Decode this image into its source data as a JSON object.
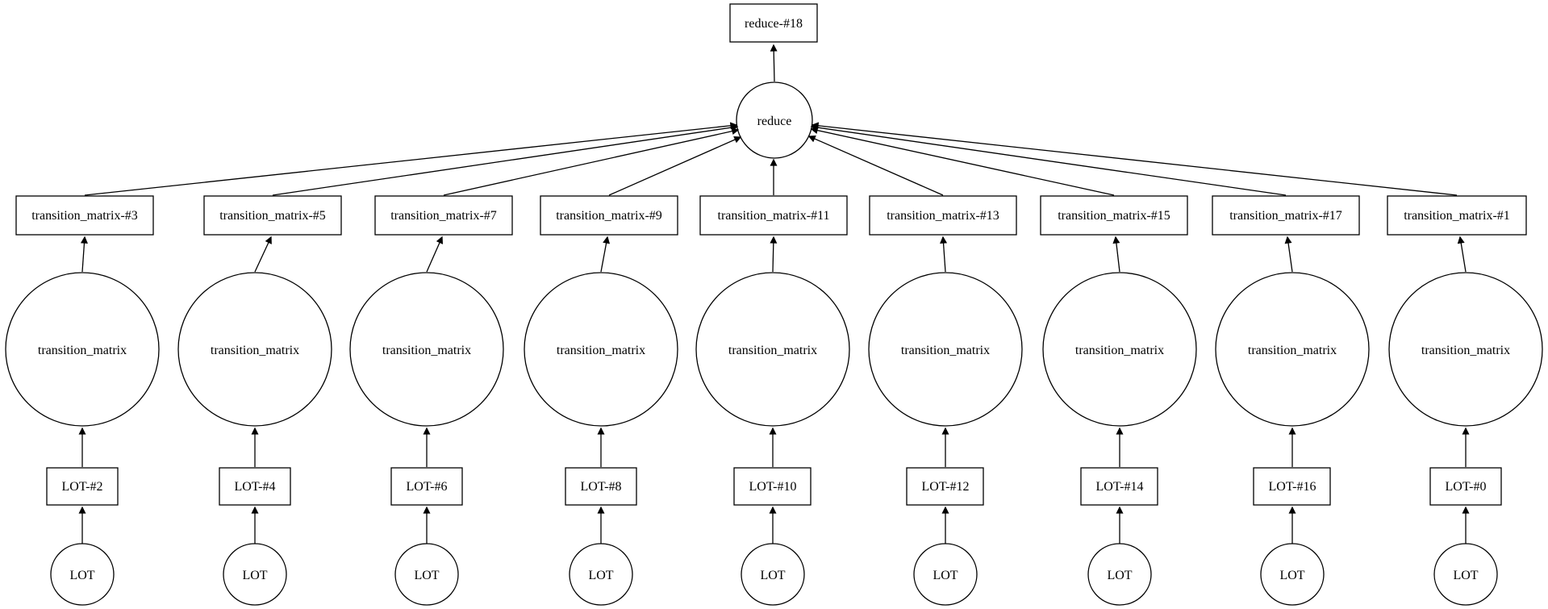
{
  "diagram": {
    "type": "dataflow-graph",
    "output_node": {
      "label": "reduce-#18",
      "shape": "box"
    },
    "reduce_node": {
      "label": "reduce",
      "shape": "circle"
    },
    "columns": [
      {
        "matrix_result_box": "transition_matrix-#3",
        "matrix_op_node": "transition_matrix",
        "lot_result_box": "LOT-#2",
        "lot_node": "LOT"
      },
      {
        "matrix_result_box": "transition_matrix-#5",
        "matrix_op_node": "transition_matrix",
        "lot_result_box": "LOT-#4",
        "lot_node": "LOT"
      },
      {
        "matrix_result_box": "transition_matrix-#7",
        "matrix_op_node": "transition_matrix",
        "lot_result_box": "LOT-#6",
        "lot_node": "LOT"
      },
      {
        "matrix_result_box": "transition_matrix-#9",
        "matrix_op_node": "transition_matrix",
        "lot_result_box": "LOT-#8",
        "lot_node": "LOT"
      },
      {
        "matrix_result_box": "transition_matrix-#11",
        "matrix_op_node": "transition_matrix",
        "lot_result_box": "LOT-#10",
        "lot_node": "LOT"
      },
      {
        "matrix_result_box": "transition_matrix-#13",
        "matrix_op_node": "transition_matrix",
        "lot_result_box": "LOT-#12",
        "lot_node": "LOT"
      },
      {
        "matrix_result_box": "transition_matrix-#15",
        "matrix_op_node": "transition_matrix",
        "lot_result_box": "LOT-#14",
        "lot_node": "LOT"
      },
      {
        "matrix_result_box": "transition_matrix-#17",
        "matrix_op_node": "transition_matrix",
        "lot_result_box": "LOT-#16",
        "lot_node": "LOT"
      },
      {
        "matrix_result_box": "transition_matrix-#1",
        "matrix_op_node": "transition_matrix",
        "lot_result_box": "LOT-#0",
        "lot_node": "LOT"
      }
    ],
    "colors": {
      "background": "#ffffff",
      "node_fill": "#ffffff",
      "node_stroke": "#000000",
      "edge": "#000000",
      "text": "#000000"
    }
  }
}
